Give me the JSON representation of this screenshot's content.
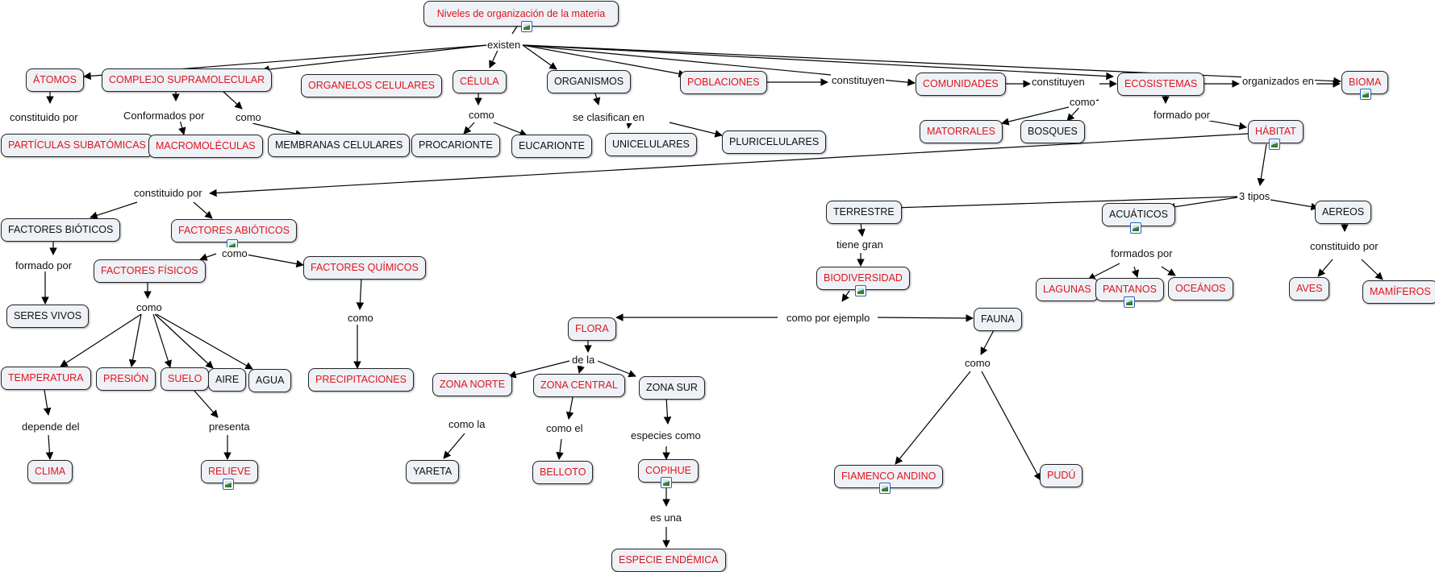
{
  "nodes": {
    "title": "Niveles de organización de la materia",
    "atomos": "ÁTOMOS",
    "complejo": "COMPLEJO SUPRAMOLECULAR",
    "organelos": "ORGANELOS CELULARES",
    "celula": "CÉLULA",
    "organismos": "ORGANISMOS",
    "poblaciones": "POBLACIONES",
    "comunidades": "COMUNIDADES",
    "ecosistemas": "ECOSISTEMAS",
    "bioma": "BIOMA",
    "particulas": "PARTÍCULAS SUBATÓMICAS",
    "macromoleculas": "MACROMOLÉCULAS",
    "membranas": "MEMBRANAS CELULARES",
    "procarionte": "PROCARIONTE",
    "eucarionte": "EUCARIONTE",
    "unicelulares": "UNICELULARES",
    "pluricelulares": "PLURICELULARES",
    "matorrales": "MATORRALES",
    "bosques": "BOSQUES",
    "habitat": "HÁBITAT",
    "bioticos": "FACTORES BIÓTICOS",
    "abioticos": "FACTORES ABIÓTICOS",
    "fisicos": "FACTORES FÍSICOS",
    "quimicos": "FACTORES QUÍMICOS",
    "seres_vivos": "SERES VIVOS",
    "temperatura": "TEMPERATURA",
    "presion": "PRESIÓN",
    "suelo": "SUELO",
    "aire": "AIRE",
    "agua": "AGUA",
    "precipitaciones": "PRECIPITACIONES",
    "clima": "CLIMA",
    "relieve": "RELIEVE",
    "terrestre": "TERRESTRE",
    "acuaticos": "ACUÁTICOS",
    "aereos": "AEREOS",
    "biodiversidad": "BIODIVERSIDAD",
    "lagunas": "LAGUNAS",
    "pantanos": "PANTANOS",
    "oceanos": "OCEÁNOS",
    "aves": "AVES",
    "mamiferos": "MAMÍFEROS",
    "flora": "FLORA",
    "fauna": "FAUNA",
    "zona_norte": "ZONA NORTE",
    "zona_central": "ZONA CENTRAL",
    "zona_sur": "ZONA SUR",
    "yareta": "YARETA",
    "belloto": "BELLOTO",
    "copihue": "COPIHUE",
    "especie_endemica": "ESPECIE ENDÉMICA",
    "flamenco": "FIAMENCO ANDINO",
    "pudu": "PUDÚ"
  },
  "labels": {
    "existen": "existen",
    "constituido_por_1": "constituido por",
    "conformados_por": "Conformados por",
    "como_1": "como",
    "como_celula": "como",
    "se_clasifican_en": "se clasifican en",
    "constituyen_1": "constituyen",
    "constituyen_2": "constituyen",
    "organizados_en": "organizados en",
    "como_eco": "como",
    "formado_por_1": "formado por",
    "constituido_por_2": "constituido por",
    "tres_tipos": "3 tipos",
    "formado_por_2": "formado por",
    "como_abio": "como",
    "como_fis": "como",
    "como_qui": "como",
    "depende_del": "depende del",
    "presenta": "presenta",
    "tiene_gran": "tiene gran",
    "formados_por": "formados por",
    "constituido_por_3": "constituido por",
    "como_por_ejemplo": "como por ejemplo",
    "de_la": "de la",
    "como_la": "como la",
    "como_el": "como el",
    "especies_como": "especies como",
    "es_una": "es una",
    "como_fauna": "como"
  },
  "colors": {
    "concept_red": "#e0141e",
    "concept_black": "#111111",
    "node_fill": "#eef2f6",
    "icon_border": "#2a5fb0"
  },
  "icons": [
    "image-attachment-icon"
  ]
}
